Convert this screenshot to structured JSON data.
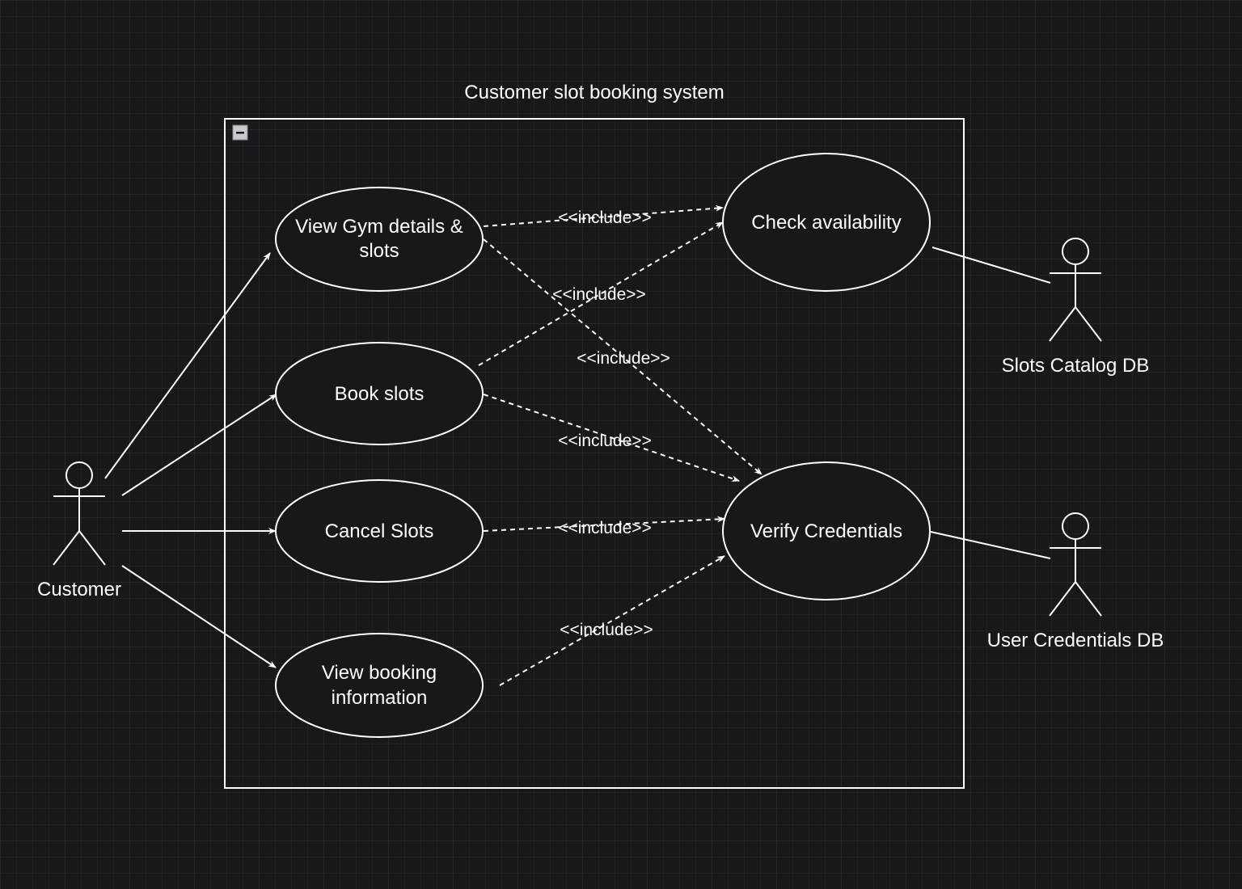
{
  "diagram": {
    "system_title": "Customer slot booking system",
    "colors": {
      "background": "#18171b",
      "grid_minor": "#2a292e",
      "grid_major": "#3a393f",
      "stroke": "#ffffff",
      "collapse_icon": "#c8c8cc"
    },
    "collapse_icon": "minus-square-icon",
    "actors": {
      "customer": "Customer",
      "slots_catalog_db": "Slots Catalog DB",
      "user_credentials_db": "User Credentials DB"
    },
    "use_cases": {
      "view_gym": [
        "View Gym details &",
        "slots"
      ],
      "book_slots": [
        "Book slots"
      ],
      "cancel_slots": [
        "Cancel Slots"
      ],
      "view_booking": [
        "View booking",
        "information"
      ],
      "check_availability": [
        "Check availability"
      ],
      "verify_credentials": [
        "Verify Credentials"
      ]
    },
    "include_label": "<<include>>"
  }
}
